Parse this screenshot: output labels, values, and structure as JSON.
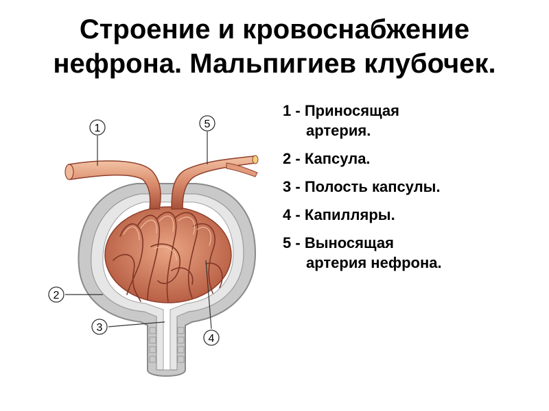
{
  "title": {
    "line1": "Строение и кровоснабжение",
    "line2": "нефрона. Мальпигиев клубочек."
  },
  "legend": [
    {
      "number": "1 -",
      "line1": "Приносящая",
      "line2": "артерия."
    },
    {
      "number": "2 -",
      "line1": "Капсула.",
      "line2": ""
    },
    {
      "number": "3 -",
      "line1": "Полость капсулы.",
      "line2": ""
    },
    {
      "number": "4 -",
      "line1": "Капилляры.",
      "line2": ""
    },
    {
      "number": "5 -",
      "line1": "Выносящая",
      "line2": "артерия нефрона."
    }
  ],
  "diagram": {
    "markers": [
      "1",
      "2",
      "3",
      "4",
      "5"
    ],
    "colors": {
      "vessel": "#d88a6a",
      "vessel_dark": "#a8503a",
      "vessel_light": "#f0b89a",
      "capsule": "#c8c8c8",
      "capsule_inner": "#e4e4e4",
      "cavity": "#ffffff"
    }
  }
}
